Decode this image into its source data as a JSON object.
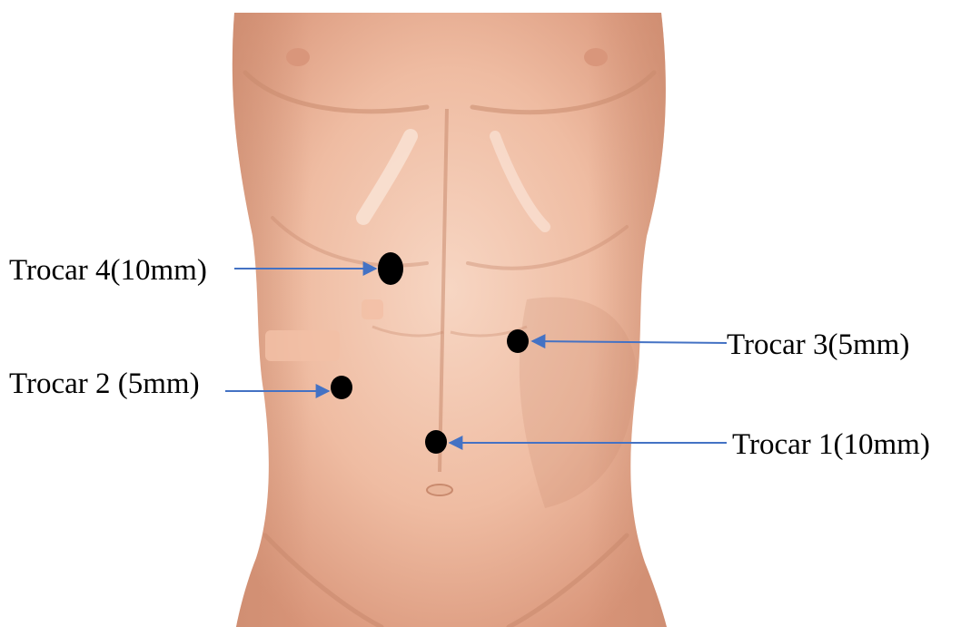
{
  "labels": {
    "trocar_1": "Trocar 1(10mm)",
    "trocar_2": "Trocar 2 (5mm)",
    "trocar_3": "Trocar 3(5mm)",
    "trocar_4": "Trocar 4(10mm)"
  },
  "colors": {
    "background": "#ffffff",
    "skin_light": "#f3c7b0",
    "skin_mid": "#e2a486",
    "skin_shadow": "#c7866a",
    "marker": "#000000",
    "arrow": "#4472c4",
    "label_text": "#000000"
  },
  "icons": {
    "marker": "black-dot",
    "arrow": "arrow-head-line"
  }
}
